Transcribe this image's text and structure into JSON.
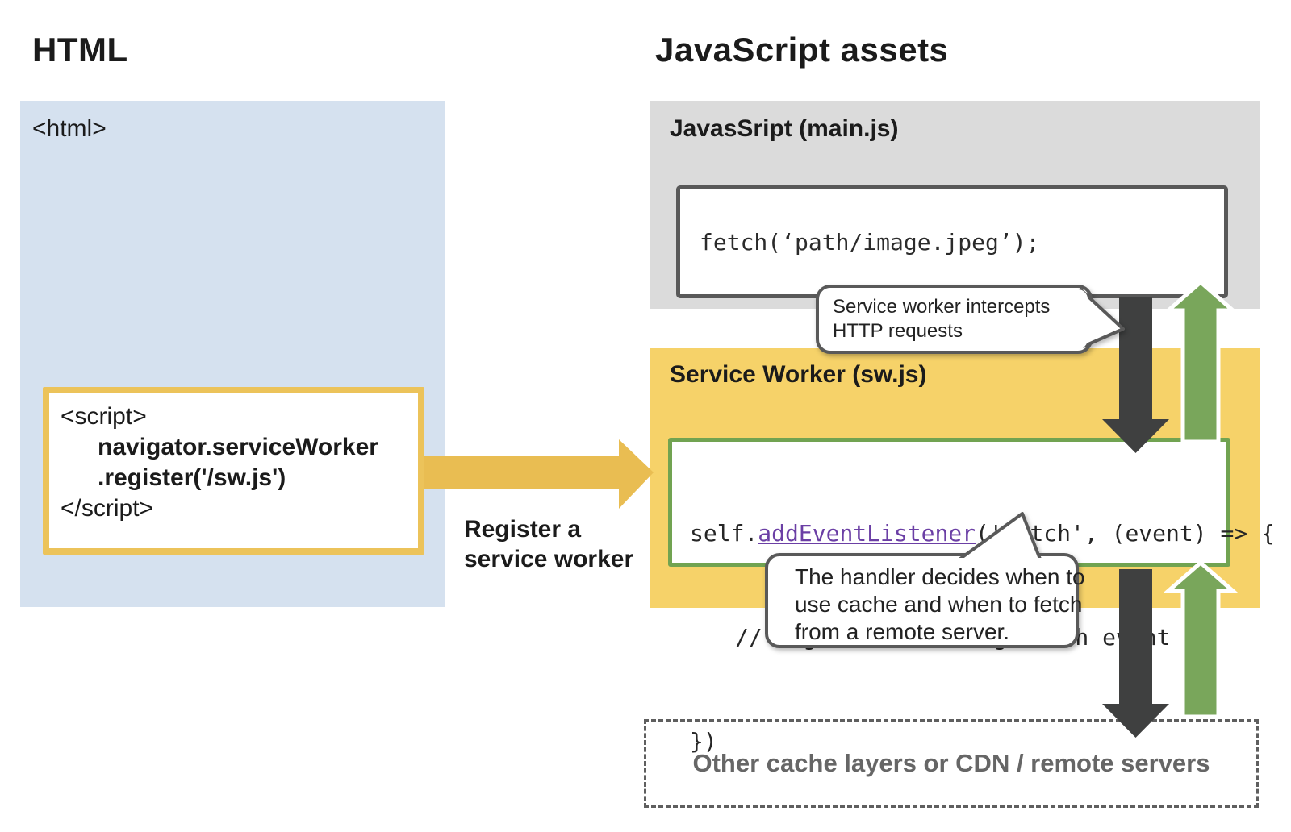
{
  "headings": {
    "left": "HTML",
    "right": "JavaScript assets"
  },
  "html_panel": {
    "tag_label": "<html>",
    "script_box": {
      "line1": "<script>",
      "line2": "navigator.serviceWorker",
      "line3": ".register('/sw.js')",
      "line4": "</script>"
    }
  },
  "register_arrow": {
    "label_line1": "Register a",
    "label_line2": "service worker"
  },
  "main_js_panel": {
    "title": "JavasSript (main.js)",
    "code": "fetch(‘path/image.jpeg’);"
  },
  "sw_panel": {
    "title": "Service Worker (sw.js)",
    "code_line1_pre": "self.",
    "code_line1_func": "addEventListener",
    "code_line1_post": "('fetch', (event) => {",
    "code_line2": "// logic of handling fetch event",
    "code_line3": "})"
  },
  "bubbles": {
    "intercept": {
      "line1": "Service worker intercepts",
      "line2": "HTTP requests"
    },
    "handler": {
      "line1": "The handler decides when to",
      "line2": "use cache and when to fetch",
      "line3": "from a remote server."
    }
  },
  "bottom_box": {
    "label": "Other cache layers or CDN / remote servers"
  },
  "colors": {
    "html_panel_bg": "#d5e1ef",
    "main_js_panel_bg": "#dbdbdb",
    "sw_panel_bg": "#f6d269",
    "script_box_border": "#ecc35a",
    "register_arrow": "#e9bd52",
    "request_arrow": "#3f4040",
    "response_arrow": "#79a65b",
    "sw_code_border": "#71a351",
    "func_highlight": "#6b3fa5"
  }
}
